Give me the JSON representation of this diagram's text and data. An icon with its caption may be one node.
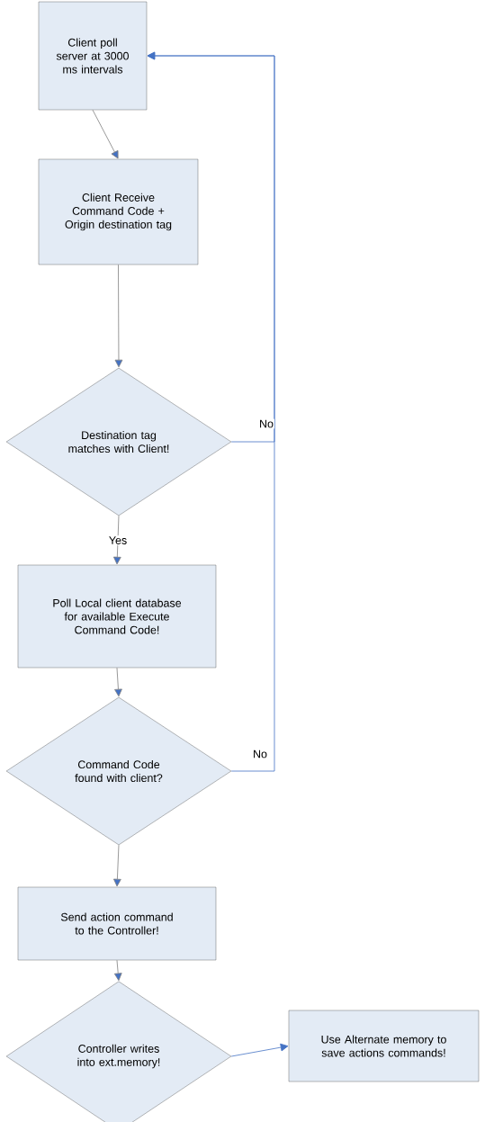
{
  "diagram": {
    "nodes": [
      {
        "text": [
          "Client poll server at 3000 ms intervals"
        ]
      },
      {
        "text": [
          "Client Receive Command Code + Origin destination tag"
        ]
      },
      {
        "text": [
          "Destination tag matches with Client!"
        ]
      },
      {
        "text": [
          "Poll Local client database for available Execute Command Code!"
        ]
      },
      {
        "text": [
          "Command Code found with client?"
        ]
      },
      {
        "text": [
          "Send action command to the Controller!"
        ]
      },
      {
        "text": [
          "Controller writes into ext.memory!"
        ]
      },
      {
        "text": [
          "Use Alternate memory to save actions commands!"
        ]
      }
    ],
    "edges": [
      {
        "from": 0,
        "to": 1,
        "arrow": "to"
      },
      {
        "from": 1,
        "to": 2,
        "arrow": "to"
      },
      {
        "from": 2,
        "to": 3,
        "arrow": "to",
        "label": "Yes"
      },
      {
        "from": 2,
        "to": 0,
        "arrow": "to",
        "label": "No",
        "color": "#4472c4"
      },
      {
        "from": 3,
        "to": 4,
        "arrow": "to"
      },
      {
        "from": 4,
        "to": 0,
        "arrow": "to",
        "label": "No",
        "color": "#4472c4"
      },
      {
        "from": 4,
        "to": 5,
        "arrow": "to"
      },
      {
        "from": 5,
        "to": 6,
        "arrow": "to"
      },
      {
        "from": 6,
        "to": 7,
        "arrow": "to",
        "color": "#4472c4"
      }
    ]
  }
}
